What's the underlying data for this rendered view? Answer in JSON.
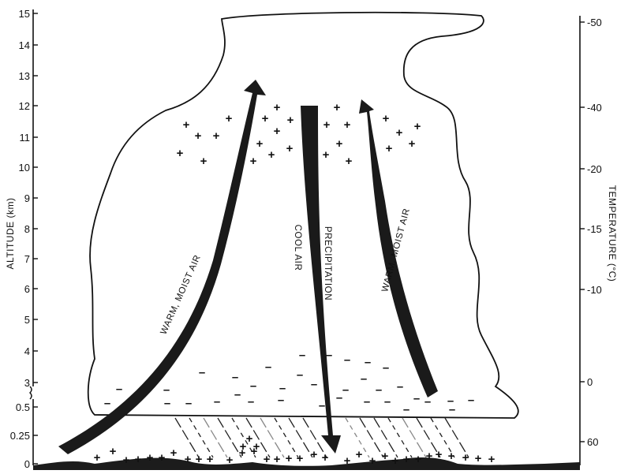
{
  "left_axis": {
    "title": "ALTITUDE (km)",
    "upper_ticks": [
      "15",
      "14",
      "13",
      "12",
      "11",
      "10",
      "9",
      "8",
      "7",
      "6",
      "5",
      "4",
      "3"
    ],
    "lower_ticks": [
      "0.5",
      "0.25",
      "0"
    ]
  },
  "right_axis": {
    "title": "TEMPERATURE (°C)",
    "ticks": [
      "-50",
      "-40",
      "-20",
      "-15",
      "-10",
      "0",
      "60"
    ]
  },
  "flows": {
    "left": "WARM, MOIST AIR",
    "center_top": "COOL AIR",
    "center_bottom": "PRECIPITATION",
    "right": "WARM, MOIST AIR"
  },
  "charges": {
    "positive": "+",
    "negative": "–"
  },
  "colors": {
    "ink": "#111111",
    "arrow": "#1a1a1a",
    "cloud_fill": "#ffffff",
    "ground": "#1c1c1c"
  }
}
